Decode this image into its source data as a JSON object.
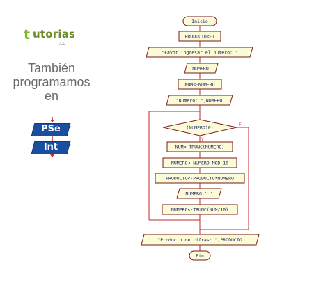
{
  "promo": {
    "logo_mark": "t",
    "logo_name": "utorias",
    "logo_domain": ".co",
    "line1": "También",
    "line2": "programamos",
    "line3": "en",
    "badge_pse": "PSe",
    "badge_int": "Int"
  },
  "colors": {
    "flow_line": "#c62828",
    "box_fill": "#fbfbd8",
    "box_stroke": "#7a1a1a",
    "text": "#1a1a6a",
    "badge": "#1a4fa0",
    "logo_green": "#7ab929"
  },
  "flowchart": {
    "start": "Inicio",
    "init": "PRODUCTO<-1",
    "prompt": "\"Favor ingresar el numero: \"",
    "read": "NUMERO",
    "abs": "NUM<-NUMERO",
    "echo": "\"Numero: \",NUMERO",
    "condition": "(NUMERO)0)",
    "true_label": "V",
    "false_label": "F",
    "step_trunc": "NUM<-TRUNC(NUMERO)",
    "step_mod": "NUMERO<-NUMERO MOD 10",
    "step_product": "PRODUCTO<-PRODUCTO*NUMERO",
    "step_out": "NUMERO,' '",
    "step_div": "NUMERO<-TRUNC(NUM/10)",
    "result": "\"Producto de cifras: \",PRODUCTO",
    "end": "Fin"
  }
}
